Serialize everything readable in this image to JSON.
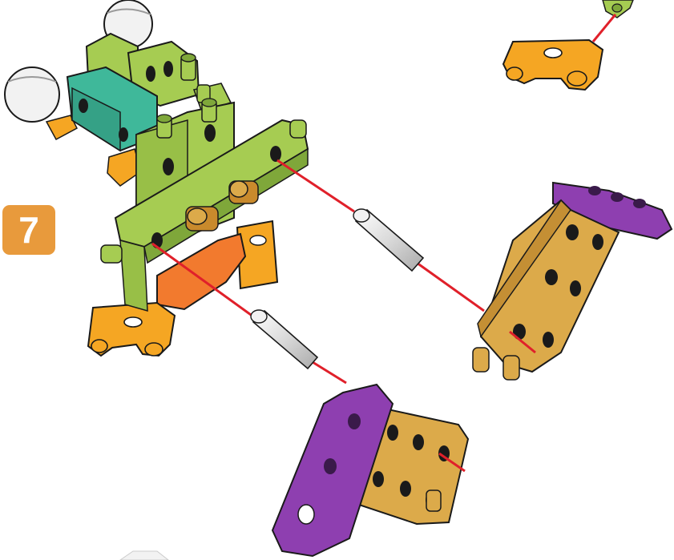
{
  "step": {
    "number": "7",
    "badge_color": "#e89a3c"
  },
  "colors": {
    "lime": "#a6cc52",
    "lime_dark": "#7fa73a",
    "teal": "#3fb89a",
    "orange": "#f5a623",
    "orange_red": "#f27a2e",
    "purple": "#8e3fb0",
    "tan": "#dcaa4a",
    "white_part": "#f2f2f2",
    "guide_line": "#e0202a",
    "axle": "#d8d8d8",
    "outline": "#1a1a1a"
  },
  "parts": [
    {
      "name": "green-base-assembly",
      "icon": "green-brick-assembly-icon"
    },
    {
      "name": "white-wheels",
      "icon": "wheel-icon"
    },
    {
      "name": "orange-clip-left",
      "icon": "clip-connector-icon"
    },
    {
      "name": "orange-clip-top-right",
      "icon": "clip-connector-icon"
    },
    {
      "name": "tan-purple-leg-right",
      "icon": "leg-part-icon"
    },
    {
      "name": "tan-purple-leg-bottom",
      "icon": "leg-part-icon"
    },
    {
      "name": "axle-pin-upper",
      "icon": "axle-pin-icon"
    },
    {
      "name": "axle-pin-lower",
      "icon": "axle-pin-icon"
    }
  ]
}
